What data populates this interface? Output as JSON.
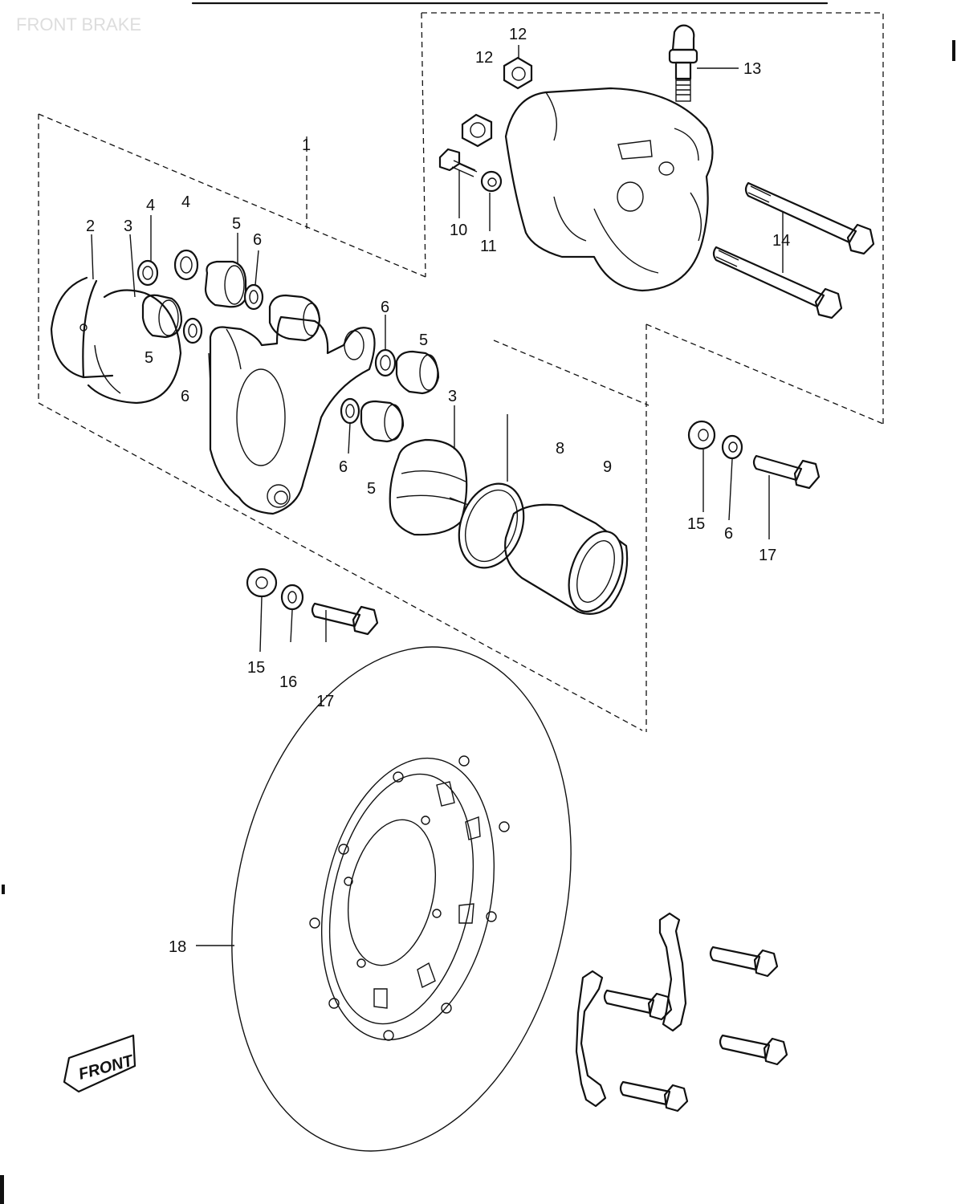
{
  "title": "FRONT BRAKE",
  "front_marker": "FRONT",
  "callouts": [
    {
      "id": "c1",
      "text": "1"
    },
    {
      "id": "c2",
      "text": "2"
    },
    {
      "id": "c3a",
      "text": "3"
    },
    {
      "id": "c3b",
      "text": "3"
    },
    {
      "id": "c4a",
      "text": "4"
    },
    {
      "id": "c4b",
      "text": "4"
    },
    {
      "id": "c5a",
      "text": "5"
    },
    {
      "id": "c5b",
      "text": "5"
    },
    {
      "id": "c5c",
      "text": "5"
    },
    {
      "id": "c5d",
      "text": "5"
    },
    {
      "id": "c6a",
      "text": "6"
    },
    {
      "id": "c6b",
      "text": "6"
    },
    {
      "id": "c6c",
      "text": "6"
    },
    {
      "id": "c6d",
      "text": "6"
    },
    {
      "id": "c6e",
      "text": "6"
    },
    {
      "id": "c8",
      "text": "8"
    },
    {
      "id": "c9",
      "text": "9"
    },
    {
      "id": "c10",
      "text": "10"
    },
    {
      "id": "c11",
      "text": "11"
    },
    {
      "id": "c12a",
      "text": "12"
    },
    {
      "id": "c12b",
      "text": "12"
    },
    {
      "id": "c13",
      "text": "13"
    },
    {
      "id": "c14",
      "text": "14"
    },
    {
      "id": "c15a",
      "text": "15"
    },
    {
      "id": "c15b",
      "text": "15"
    },
    {
      "id": "c16",
      "text": "16"
    },
    {
      "id": "c17a",
      "text": "17"
    },
    {
      "id": "c17b",
      "text": "17"
    },
    {
      "id": "c18",
      "text": "18"
    }
  ]
}
